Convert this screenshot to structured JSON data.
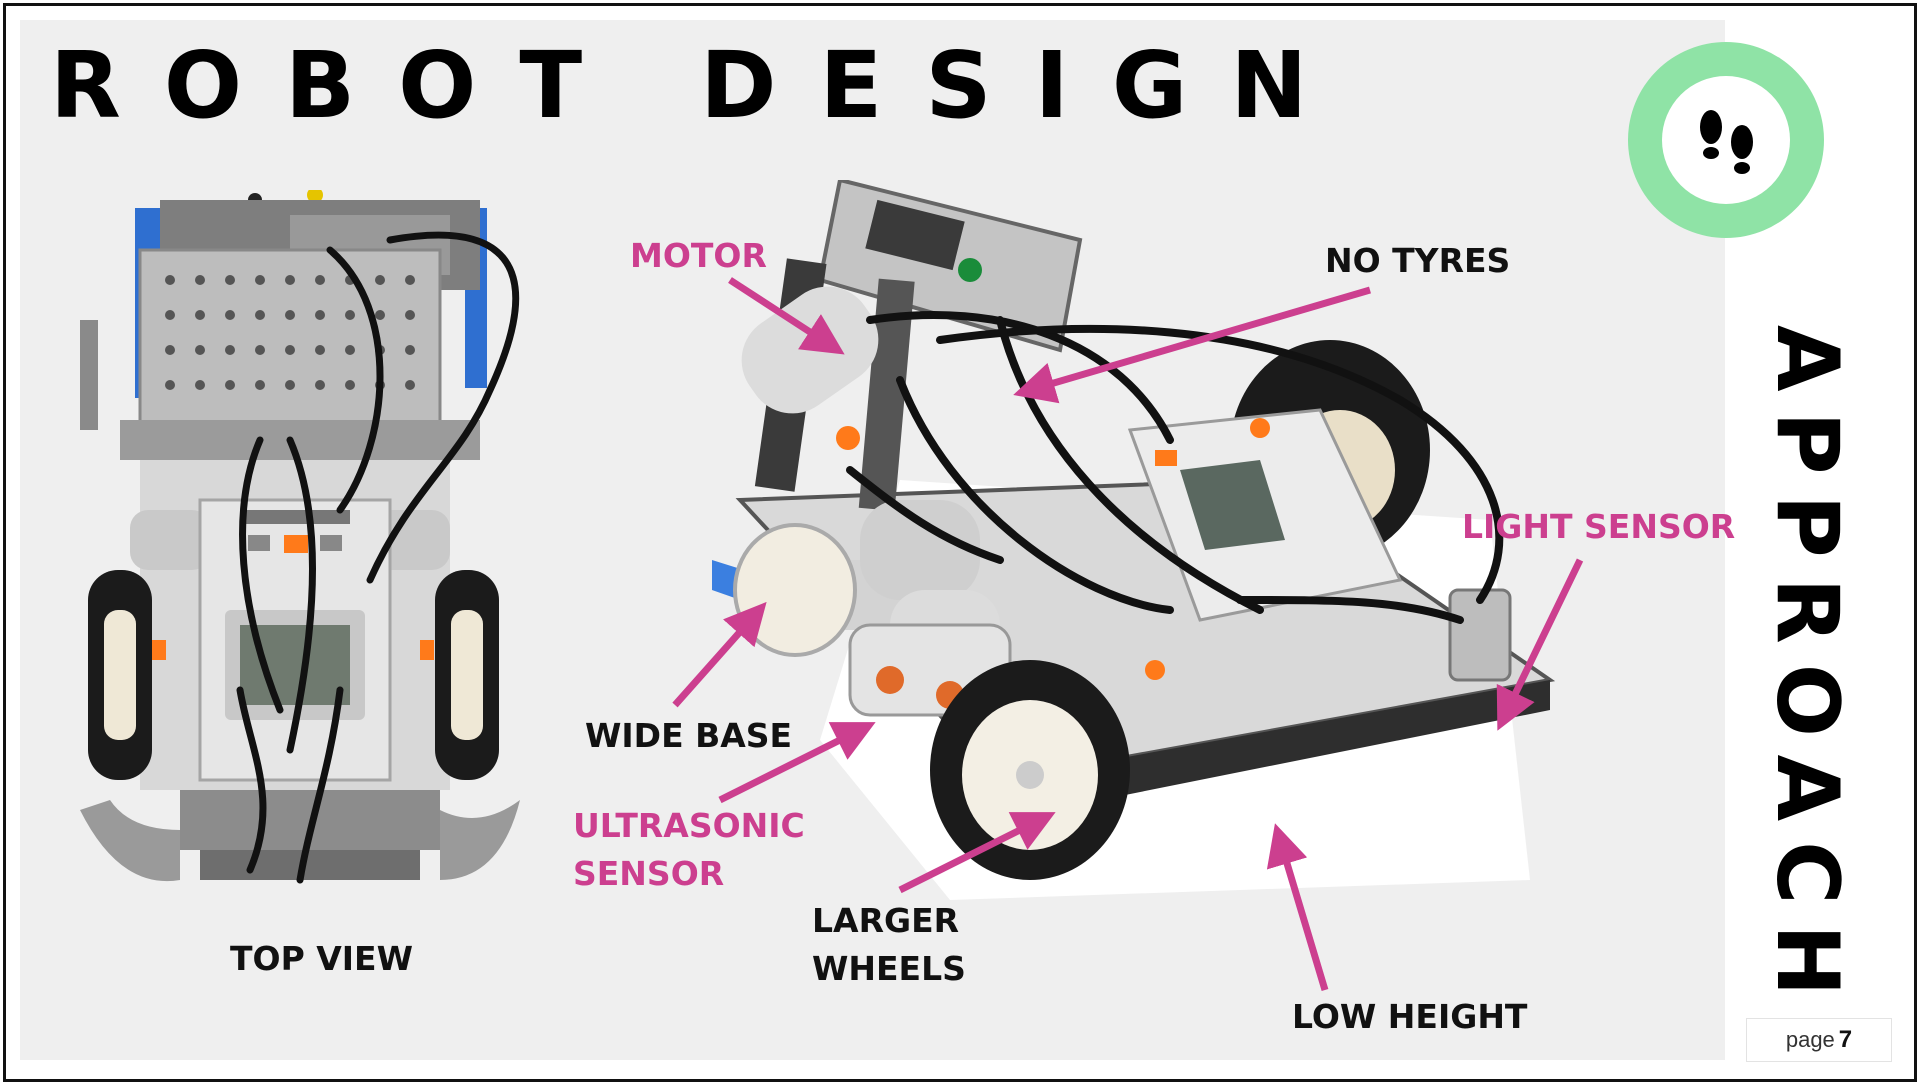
{
  "slide": {
    "title": "ROBOT DESIGN",
    "side_title": "APPROACH",
    "page_label": "page",
    "page_number": "7",
    "colors": {
      "accent_pink": "#cc3f8f",
      "badge_green": "#8fe3a6",
      "panel": "#efefef",
      "text": "#111111"
    },
    "badge_icon": "footprints-icon"
  },
  "photos": {
    "top_view": "robot-top-view-photo",
    "side_view": "robot-angled-view-photo"
  },
  "labels": {
    "top_view": "TOP VIEW",
    "motor": "MOTOR",
    "no_tyres": "NO TYRES",
    "light_sensor": "LIGHT SENSOR",
    "wide_base": "WIDE BASE",
    "ultrasonic_line1": "ULTRASONIC",
    "ultrasonic_line2": "SENSOR",
    "larger_line1": "LARGER",
    "larger_line2": "WHEELS",
    "low_height": "LOW HEIGHT"
  }
}
